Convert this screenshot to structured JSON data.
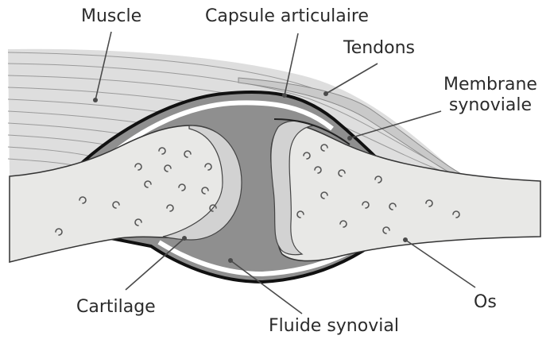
{
  "labels": {
    "muscle": "Muscle",
    "capsule": "Capsule articulaire",
    "tendons": "Tendons",
    "membrane_line1": "Membrane",
    "membrane_line2": "synoviale",
    "cartilage": "Cartilage",
    "fluide": "Fluide synovial",
    "os": "Os"
  },
  "colors": {
    "bone": "#e8e8e6",
    "cartilage": "#d2d2d2",
    "fluid": "#8f8f8f",
    "capsule_outline": "#111111",
    "muscle": "#dcdcdc",
    "text": "#2b2b2b"
  }
}
